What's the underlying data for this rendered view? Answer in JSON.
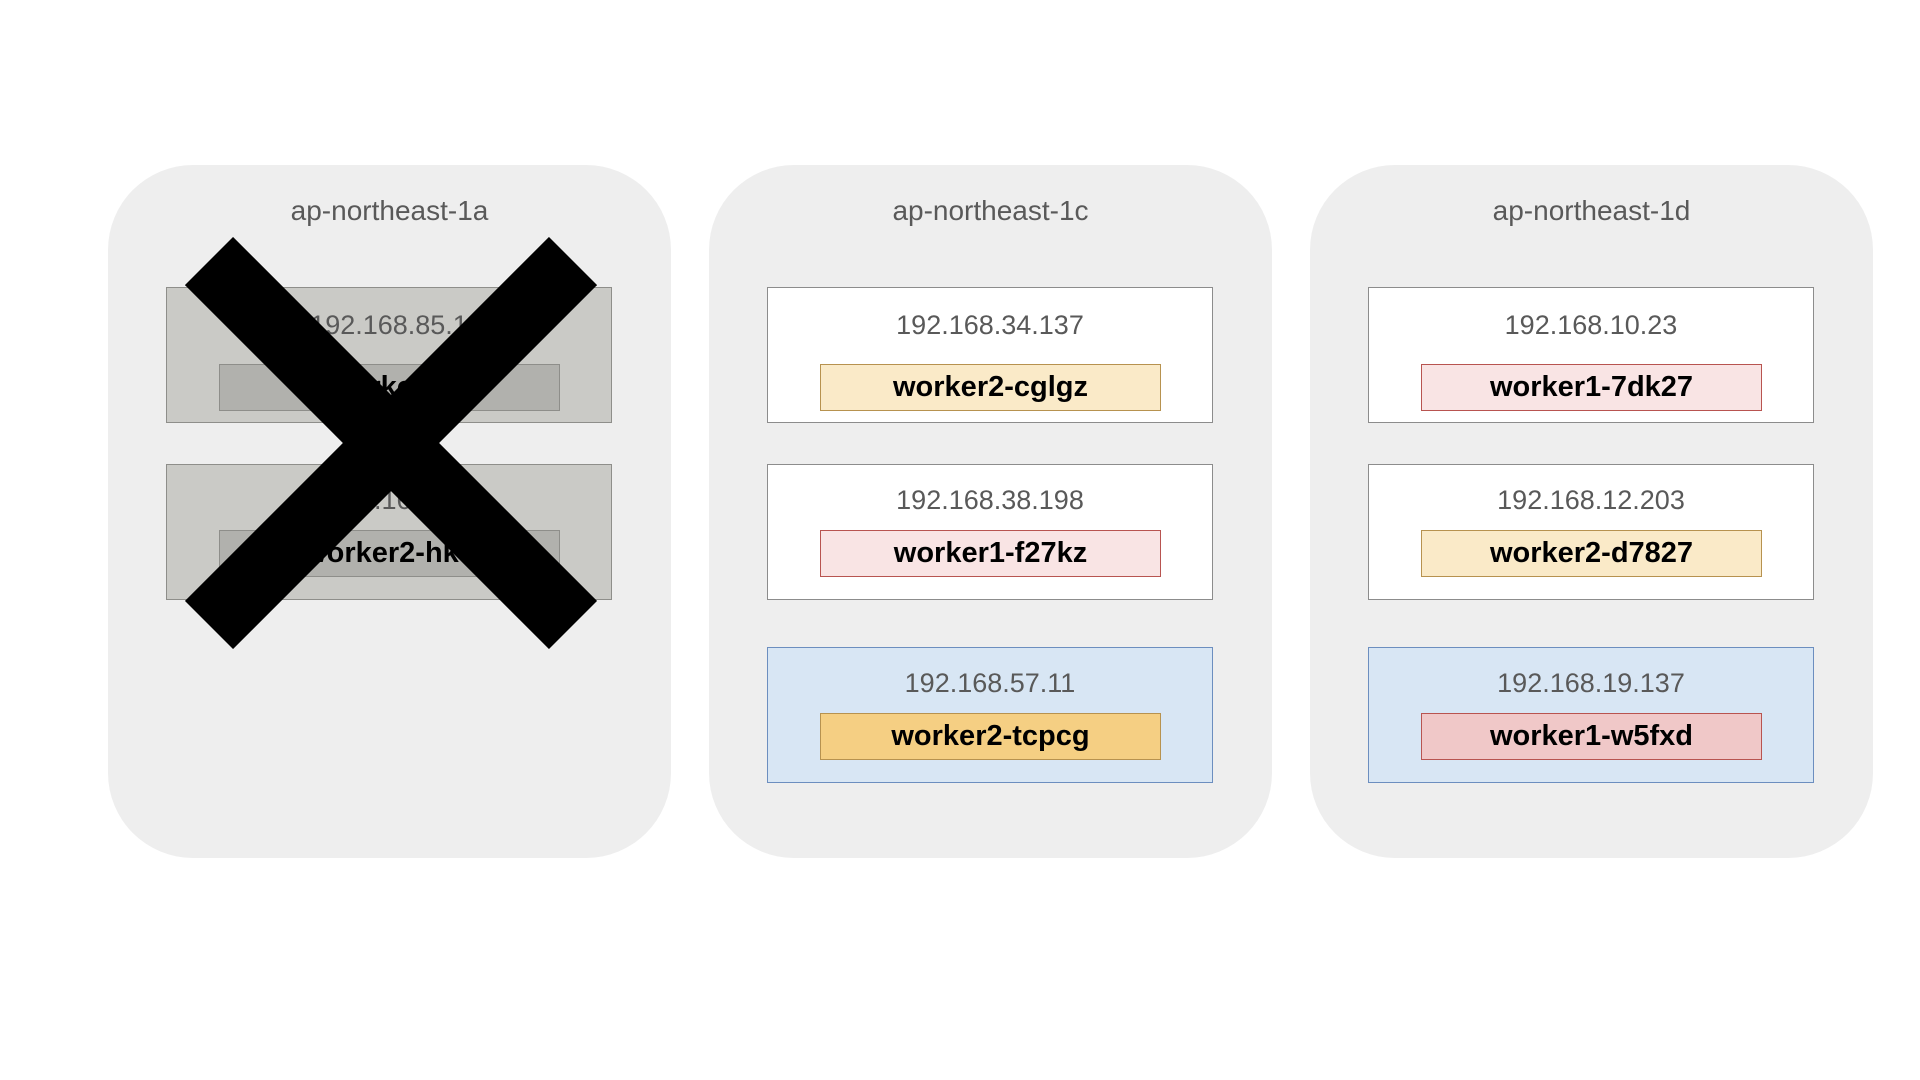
{
  "zones": [
    {
      "name": "ap-northeast-1a",
      "nodes": [
        {
          "ip": "192.168.85.1",
          "pod": "worker1-"
        },
        {
          "ip": "192.168.8",
          "pod": "worker2-hk5"
        }
      ]
    },
    {
      "name": "ap-northeast-1c",
      "nodes": [
        {
          "ip": "192.168.34.137",
          "pod": "worker2-cglgz"
        },
        {
          "ip": "192.168.38.198",
          "pod": "worker1-f27kz"
        },
        {
          "ip": "192.168.57.11",
          "pod": "worker2-tcpcg"
        }
      ]
    },
    {
      "name": "ap-northeast-1d",
      "nodes": [
        {
          "ip": "192.168.10.23",
          "pod": "worker1-7dk27"
        },
        {
          "ip": "192.168.12.203",
          "pod": "worker2-d7827"
        },
        {
          "ip": "192.168.19.137",
          "pod": "worker1-w5fxd"
        }
      ]
    }
  ],
  "colors": {
    "zone_background": "#eeeeee",
    "failed_node": "#cacac6",
    "added_node": "#d8e6f4",
    "worker1_pod": "#f9e4e4",
    "worker1_pod_new": "#f0c8c8",
    "worker2_pod": "#faeac8",
    "worker2_pod_new": "#f5cf83",
    "failure_mark": "#000000"
  },
  "icons": {
    "zone_failure": "cross-mark-icon"
  }
}
